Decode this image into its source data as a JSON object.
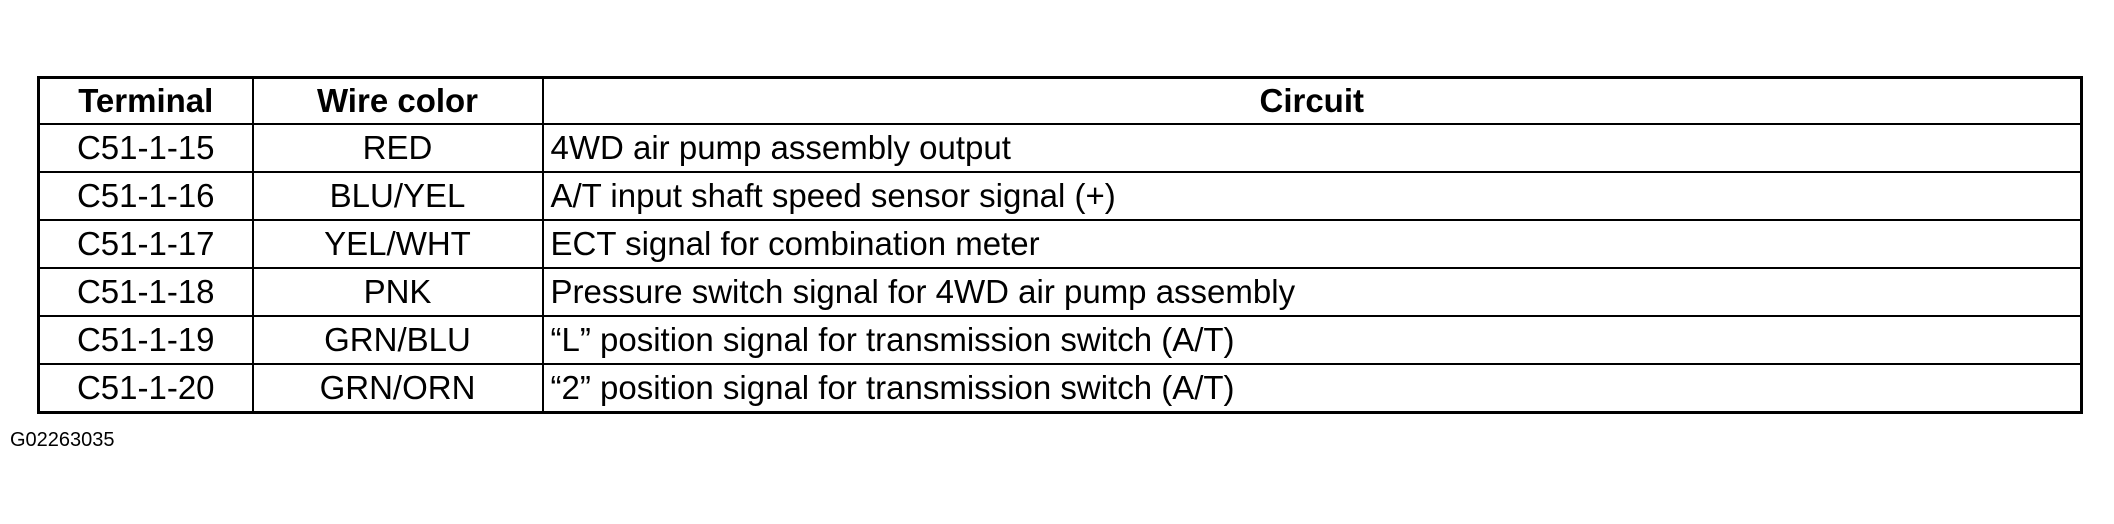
{
  "table": {
    "headers": {
      "terminal": "Terminal",
      "wire_color": "Wire color",
      "circuit": "Circuit"
    },
    "rows": [
      {
        "terminal": "C51-1-15",
        "wire_color": "RED",
        "circuit": "4WD air pump assembly output"
      },
      {
        "terminal": "C51-1-16",
        "wire_color": "BLU/YEL",
        "circuit": "A/T input shaft speed sensor signal (+)"
      },
      {
        "terminal": "C51-1-17",
        "wire_color": "YEL/WHT",
        "circuit": "ECT signal for combination meter"
      },
      {
        "terminal": "C51-1-18",
        "wire_color": "PNK",
        "circuit": "Pressure switch signal for 4WD air pump assembly"
      },
      {
        "terminal": "C51-1-19",
        "wire_color": "GRN/BLU",
        "circuit": "“L” position signal for transmission switch (A/T)"
      },
      {
        "terminal": "C51-1-20",
        "wire_color": "GRN/ORN",
        "circuit": "“2” position signal for transmission switch (A/T)"
      }
    ]
  },
  "figure_id": "G02263035"
}
